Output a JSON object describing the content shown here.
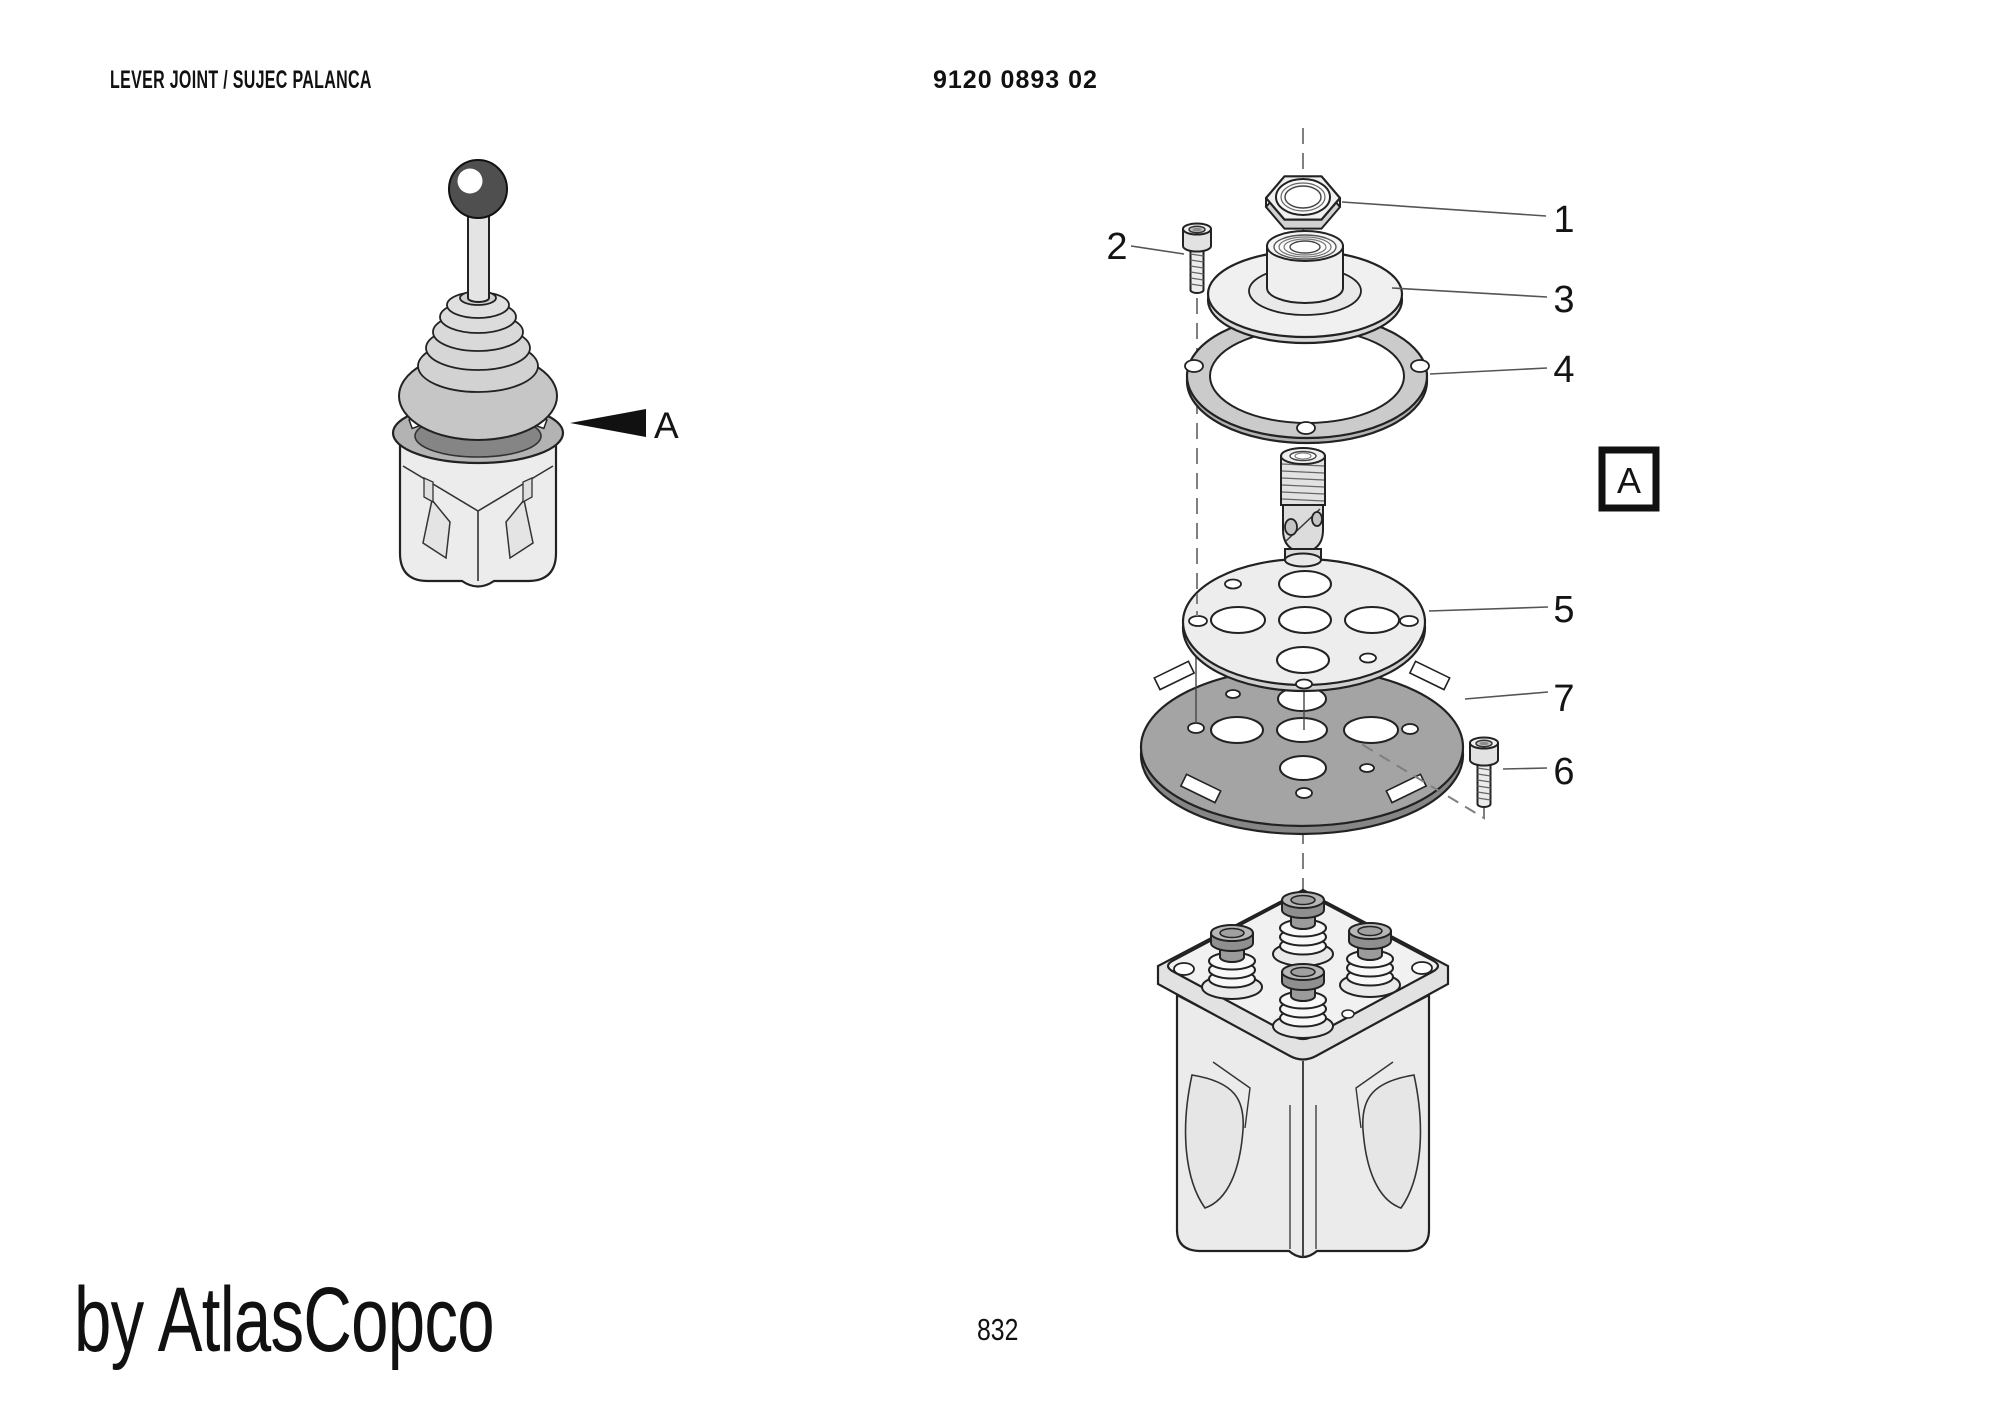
{
  "header": {
    "title": "LEVER JOINT / SUJEC PALANCA",
    "part_number": "9120 0893 02"
  },
  "footer": {
    "brand": "by AtlasCopco",
    "page_number": "832"
  },
  "diagram": {
    "detail_marker": "A",
    "detail_box_label": "A",
    "callouts": [
      "1",
      "2",
      "3",
      "4",
      "5",
      "6",
      "7"
    ]
  },
  "colors": {
    "background": "#ffffff",
    "line": "#1f1f1f",
    "plate_light": "#ededed",
    "plate_dark": "#a4a4a4",
    "gasket": "#cbcbcb",
    "knob": "#4f4f4f"
  }
}
